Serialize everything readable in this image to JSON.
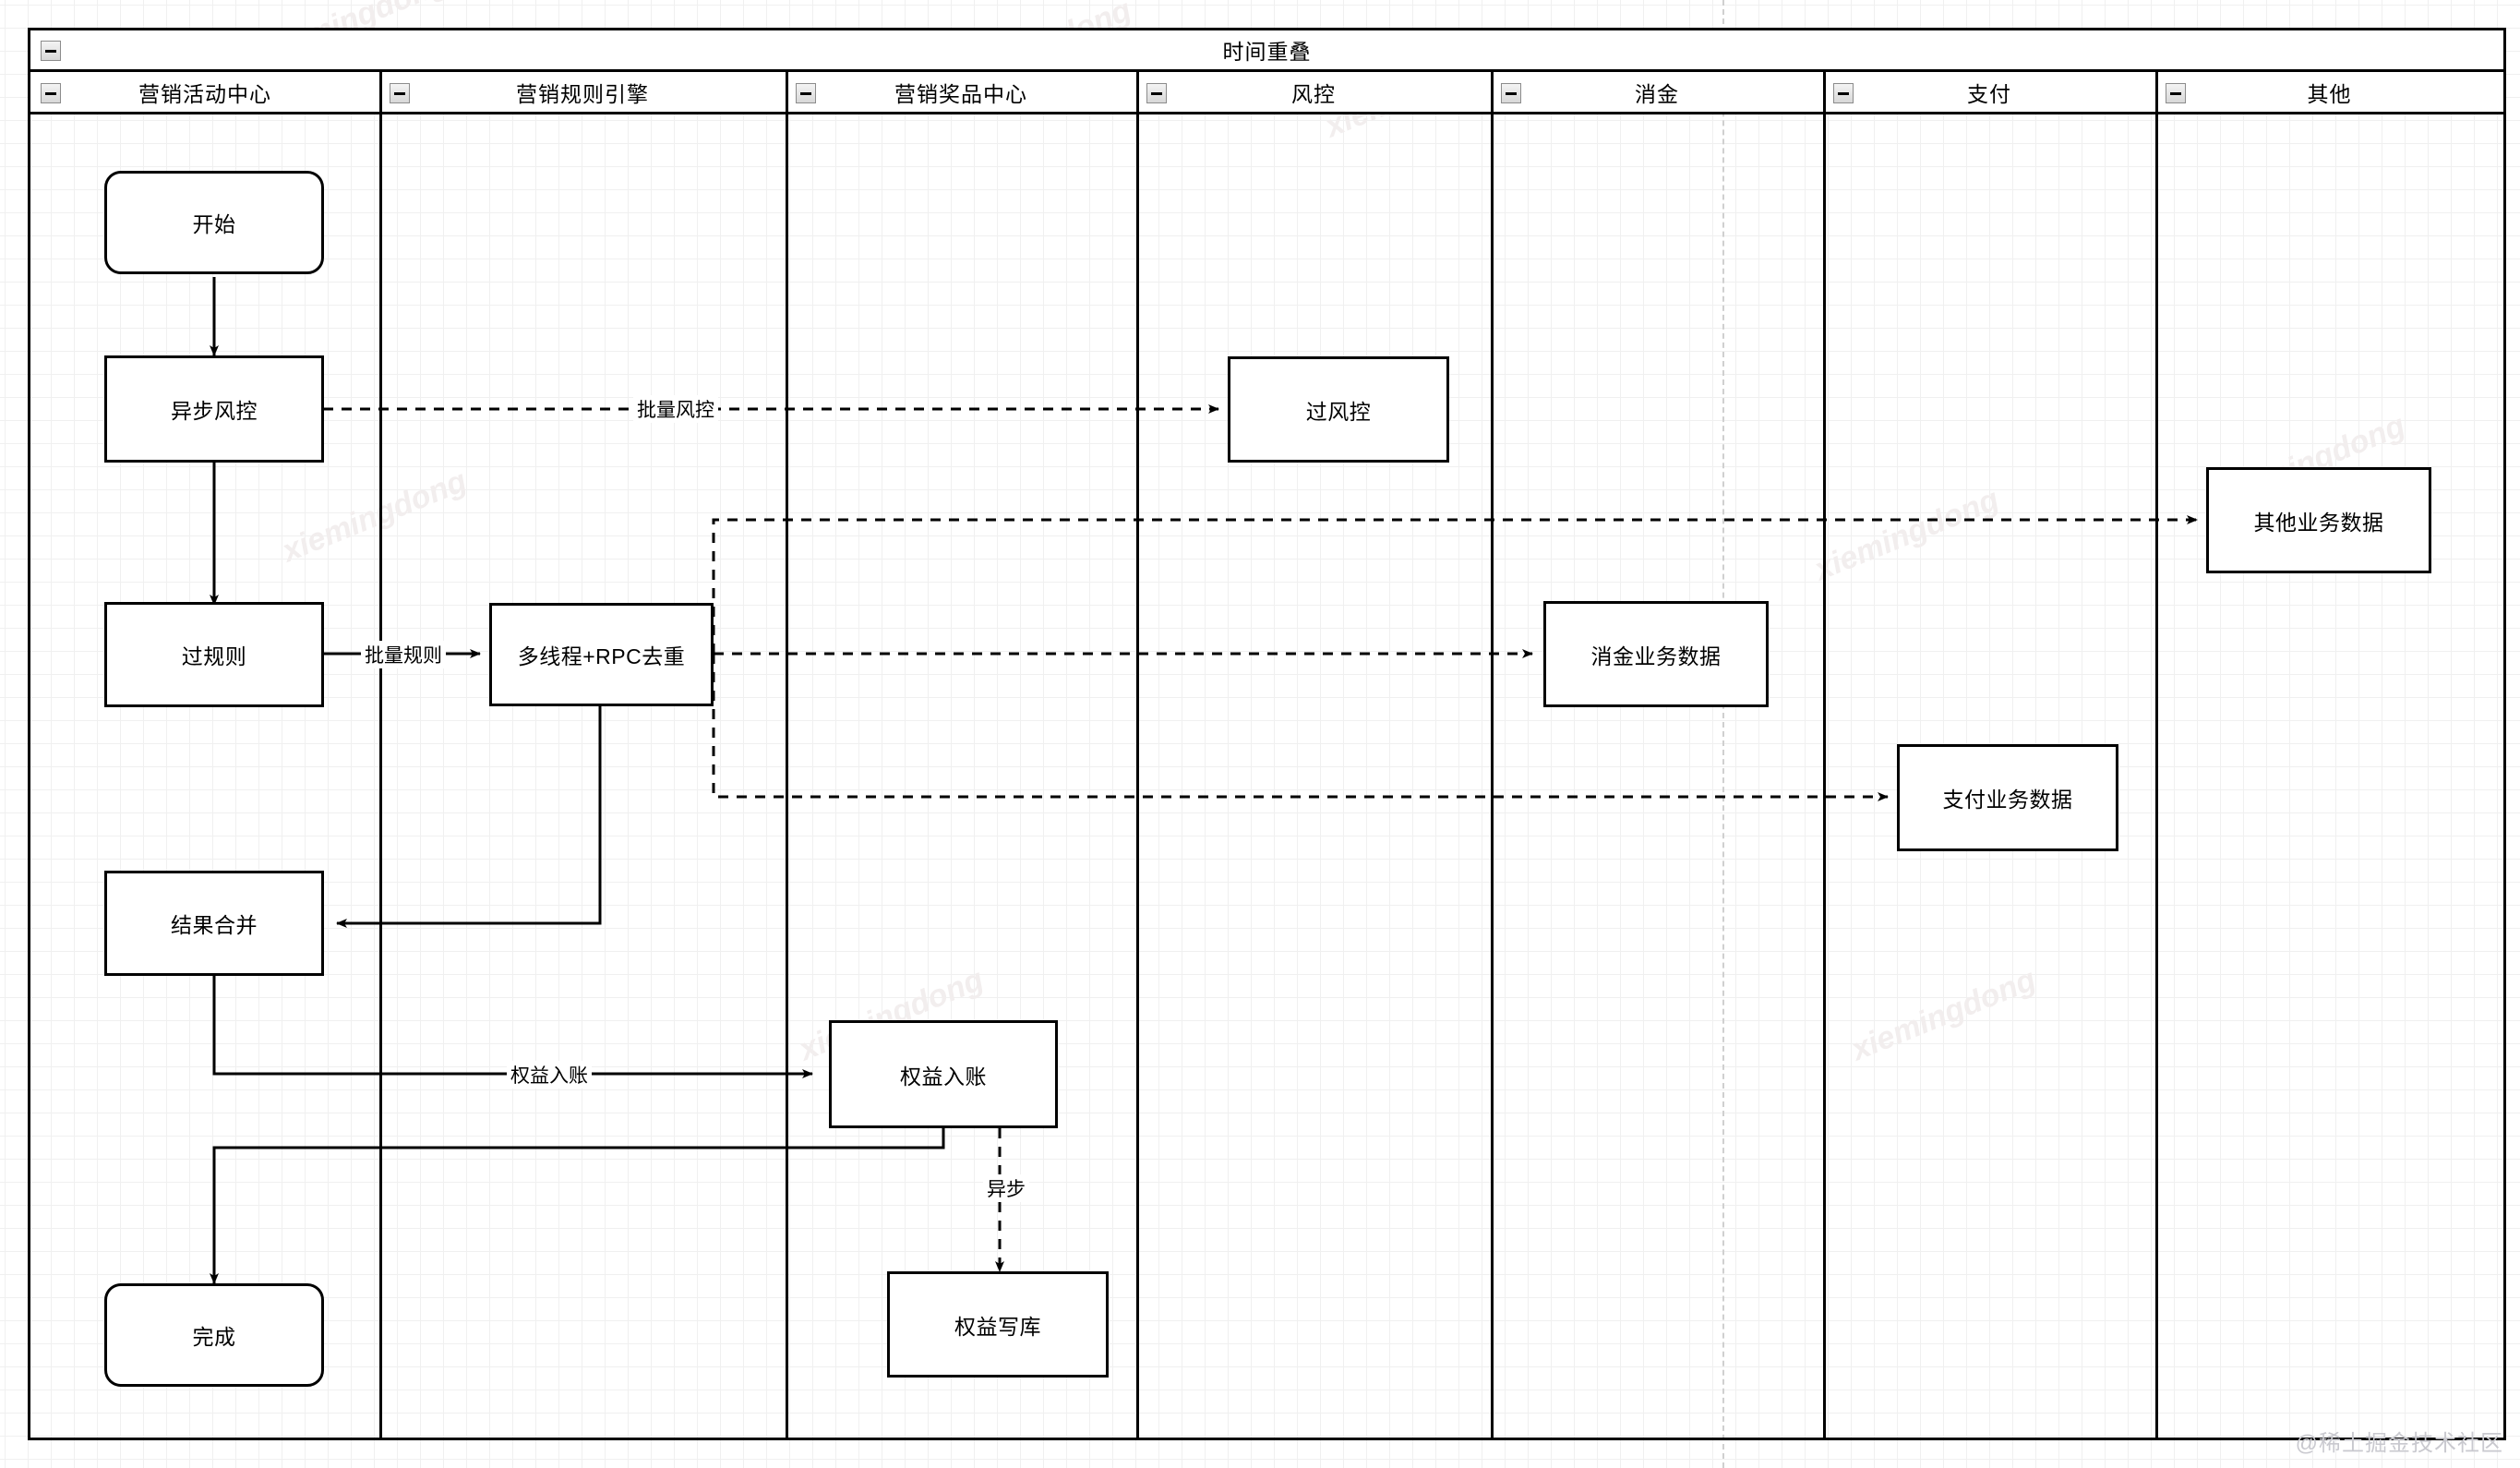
{
  "diagram": {
    "title": "时间重叠",
    "type": "swimlane-flowchart",
    "watermark": "@稀土掘金技术社区",
    "background_watermark": "xiemingdong",
    "collapse_icon": "minus-square-icon",
    "lanes": [
      {
        "id": "lane-marketing-activity",
        "label": "营销活动中心"
      },
      {
        "id": "lane-marketing-rule",
        "label": "营销规则引擎"
      },
      {
        "id": "lane-marketing-prize",
        "label": "营销奖品中心"
      },
      {
        "id": "lane-riskcontrol",
        "label": "风控"
      },
      {
        "id": "lane-consumer-finance",
        "label": "消金"
      },
      {
        "id": "lane-payment",
        "label": "支付"
      },
      {
        "id": "lane-other",
        "label": "其他"
      }
    ],
    "nodes": [
      {
        "id": "node-start",
        "label": "开始",
        "lane": "营销活动中心",
        "shape": "rounded"
      },
      {
        "id": "node-async-risk",
        "label": "异步风控",
        "lane": "营销活动中心",
        "shape": "rect"
      },
      {
        "id": "node-pass-rule",
        "label": "过规则",
        "lane": "营销活动中心",
        "shape": "rect"
      },
      {
        "id": "node-merge-result",
        "label": "结果合并",
        "lane": "营销活动中心",
        "shape": "rect"
      },
      {
        "id": "node-finish",
        "label": "完成",
        "lane": "营销活动中心",
        "shape": "rounded"
      },
      {
        "id": "node-multithread-rpc",
        "label": "多线程+RPC去重",
        "lane": "营销规则引擎",
        "shape": "rect"
      },
      {
        "id": "node-benefit-credit",
        "label": "权益入账",
        "lane": "营销奖品中心",
        "shape": "rect"
      },
      {
        "id": "node-benefit-write",
        "label": "权益写库",
        "lane": "营销奖品中心",
        "shape": "rect"
      },
      {
        "id": "node-pass-risk",
        "label": "过风控",
        "lane": "风控",
        "shape": "rect"
      },
      {
        "id": "node-consumer-data",
        "label": "消金业务数据",
        "lane": "消金",
        "shape": "rect"
      },
      {
        "id": "node-payment-data",
        "label": "支付业务数据",
        "lane": "支付",
        "shape": "rect"
      },
      {
        "id": "node-other-data",
        "label": "其他业务数据",
        "lane": "其他",
        "shape": "rect"
      }
    ],
    "edges": [
      {
        "id": "edge-start-asyncrisk",
        "from": "开始",
        "to": "异步风控",
        "label": "",
        "style": "solid"
      },
      {
        "id": "edge-asyncrisk-passrisk",
        "from": "异步风控",
        "to": "过风控",
        "label": "批量风控",
        "style": "dashed"
      },
      {
        "id": "edge-asyncrisk-passrule",
        "from": "异步风控",
        "to": "过规则",
        "label": "",
        "style": "solid"
      },
      {
        "id": "edge-passrule-multithread",
        "from": "过规则",
        "to": "多线程+RPC去重",
        "label": "批量规则",
        "style": "solid"
      },
      {
        "id": "edge-multithread-otherdata",
        "from": "多线程+RPC去重",
        "to": "其他业务数据",
        "label": "",
        "style": "dashed"
      },
      {
        "id": "edge-multithread-consumerdata",
        "from": "多线程+RPC去重",
        "to": "消金业务数据",
        "label": "",
        "style": "dashed"
      },
      {
        "id": "edge-multithread-paymentdata",
        "from": "多线程+RPC去重",
        "to": "支付业务数据",
        "label": "",
        "style": "dashed"
      },
      {
        "id": "edge-multithread-merge",
        "from": "多线程+RPC去重",
        "to": "结果合并",
        "label": "",
        "style": "solid"
      },
      {
        "id": "edge-merge-benefitcredit",
        "from": "结果合并",
        "to": "权益入账",
        "label": "权益入账",
        "style": "solid"
      },
      {
        "id": "edge-benefitcredit-finish",
        "from": "权益入账",
        "to": "完成",
        "label": "",
        "style": "solid"
      },
      {
        "id": "edge-benefitcredit-write",
        "from": "权益入账",
        "to": "权益写库",
        "label": "异步",
        "style": "dashed"
      }
    ],
    "edge_labels": {
      "batch_risk": "批量风控",
      "batch_rule": "批量规则",
      "benefit_credit": "权益入账",
      "async": "异步"
    },
    "colors": {
      "stroke": "#000000",
      "node_fill": "#ffffff",
      "grid_minor": "#f0f0f0",
      "grid_major": "#e2e2e2",
      "page_break": "#d0d0d0",
      "watermark": "#c9c9cf"
    }
  }
}
